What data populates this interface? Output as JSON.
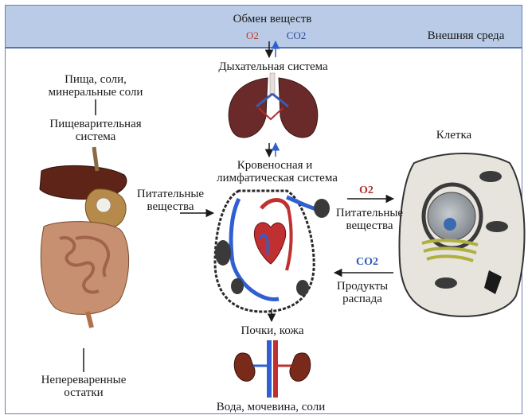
{
  "header": {
    "title": "Обмен веществ",
    "o2": "O2",
    "co2": "CO2",
    "external": "Внешняя среда"
  },
  "left": {
    "food": [
      "Пища, соли,",
      "минеральные соли"
    ],
    "digestive": [
      "Пищеварительная",
      "система"
    ],
    "undigested": [
      "Непереваренные",
      "остатки"
    ]
  },
  "center": {
    "respiratory": "Дыхательная система",
    "circulatory": [
      "Кровеносная и",
      "лимфатическая система"
    ],
    "nutrients_in": [
      "Питательные",
      "вещества"
    ],
    "kidneys": "Почки, кожа",
    "excreted": "Вода, мочевина, соли"
  },
  "right": {
    "cell": "Клетка",
    "o2": "O2",
    "nutrients": [
      "Питательные",
      "вещества"
    ],
    "co2": "CO2",
    "products": [
      "Продукты",
      "распада"
    ]
  },
  "colors": {
    "band": "#b9cbe6",
    "vein_blue": "#2f5fd0",
    "artery_red": "#c03030",
    "cell_fill": "#e6e4dc"
  }
}
